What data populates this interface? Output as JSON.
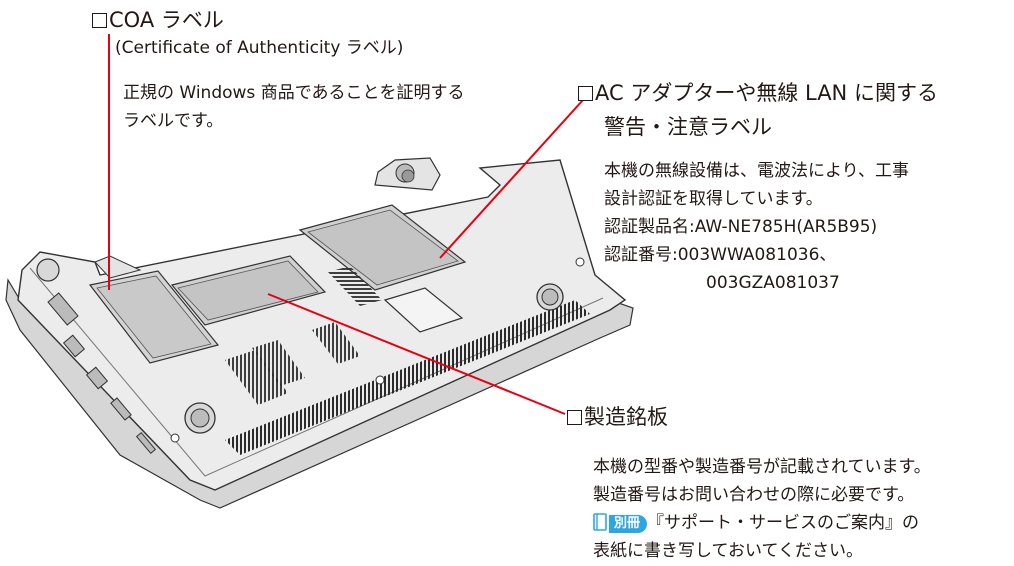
{
  "coa": {
    "title": "COA ラベル",
    "subtitle": "(Certificate of Authenticity ラベル)",
    "desc_line1": "正規の Windows 商品であることを証明する",
    "desc_line2": "ラベルです。"
  },
  "adapter": {
    "title_line1": "AC アダプターや無線 LAN に関する",
    "title_line2": "警告・注意ラベル",
    "line1": "本機の無線設備は、電波法により、工事",
    "line2": "設計認証を取得しています。",
    "line3": "認証製品名:AW-NE785H(AR5B95)",
    "line4": "認証番号:003WWA081036、",
    "line5": "003GZA081037"
  },
  "nameplate": {
    "title": "製造銘板",
    "line1": "本機の型番や製造番号が記載されています。",
    "line2": "製造番号はお問い合わせの際に必要です。",
    "badge": "別冊",
    "line3_text": "『サポート・サービスのご案内』の",
    "line4": "表紙に書き写しておいてください。"
  },
  "colors": {
    "leader_line": "#e60012",
    "badge": "#2ea7e0",
    "text": "#231815"
  },
  "icons": {
    "checkbox": "empty-square-icon",
    "manual": "book-icon"
  }
}
